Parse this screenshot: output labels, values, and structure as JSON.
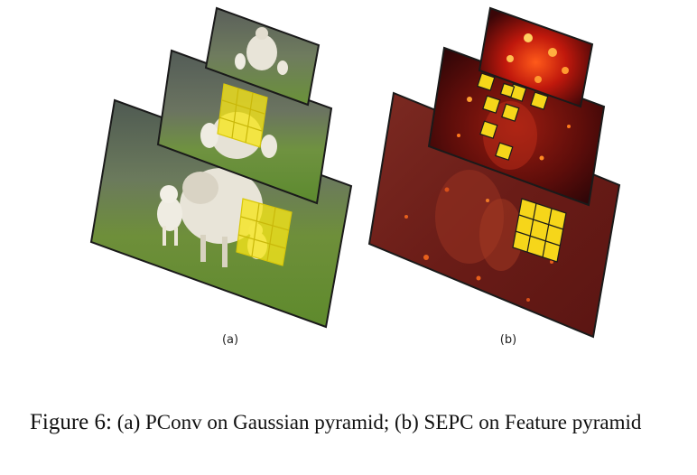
{
  "panels": [
    {
      "label": "(a)",
      "content": "photo pyramid with yellow 3x3 convolution grids"
    },
    {
      "label": "(b)",
      "content": "feature heatmap pyramid with yellow deformable kernels"
    }
  ],
  "caption": {
    "figure_label": "Figure 6:",
    "text": "(a) PConv on Gaussian pyramid; (b) SEPC on Feature pyramid"
  },
  "colors": {
    "kernel": "#f6e61a",
    "heat_dark": "#3a0a08",
    "heat_bright": "#ff3b10",
    "grass": "#6e8f3a"
  }
}
